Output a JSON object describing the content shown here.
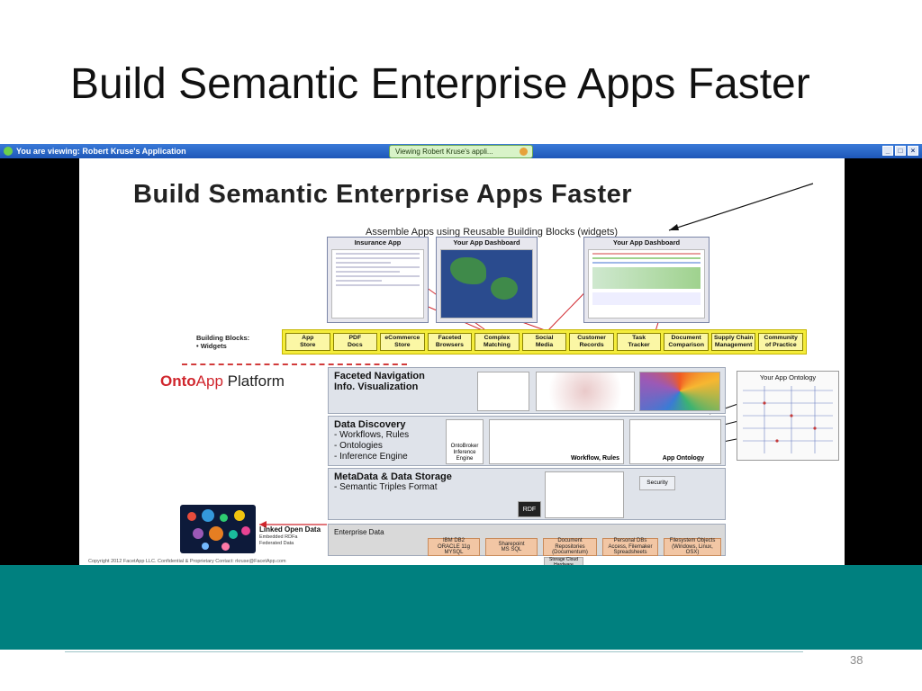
{
  "slide": {
    "title": "Build Semantic Enterprise Apps Faster",
    "page_number": "38"
  },
  "viewer": {
    "title_bar": "You are viewing: Robert Kruse's Application",
    "pill_label": "Viewing Robert Kruse's appli...",
    "window_buttons": [
      "_",
      "□",
      "×"
    ]
  },
  "diagram": {
    "title": "Build Semantic Enterprise Apps Faster",
    "subtitle": "Assemble Apps using Reusable Building Blocks (widgets)",
    "dashboards": [
      {
        "label": "Insurance App"
      },
      {
        "label": "Your App Dashboard"
      },
      {
        "label": "Your App Dashboard"
      }
    ],
    "building_blocks_label": "Building Blocks:",
    "building_blocks_sub": "• Widgets",
    "blocks": [
      {
        "line1": "App",
        "line2": "Store"
      },
      {
        "line1": "PDF",
        "line2": "Docs"
      },
      {
        "line1": "eCommerce",
        "line2": "Store"
      },
      {
        "line1": "Faceted",
        "line2": "Browsers"
      },
      {
        "line1": "Complex",
        "line2": "Matching"
      },
      {
        "line1": "Social",
        "line2": "Media"
      },
      {
        "line1": "Customer",
        "line2": "Records"
      },
      {
        "line1": "Task",
        "line2": "Tracker"
      },
      {
        "line1": "Document",
        "line2": "Comparison"
      },
      {
        "line1": "Supply Chain",
        "line2": "Management"
      },
      {
        "line1": "Community",
        "line2": "of Practice"
      }
    ],
    "platform": {
      "onto": "Onto",
      "app": "App",
      "platform": "Platform"
    },
    "layers": {
      "faceted": {
        "line1": "Faceted Navigation",
        "line2": "Info. Visualization"
      },
      "discovery": {
        "title": "Data Discovery",
        "items": [
          "- Workflows, Rules",
          "- Ontologies",
          "- Inference Engine"
        ],
        "ontobroker": "OntoBroker Inference Engine",
        "workflow_label": "Workflow, Rules",
        "ontology_label": "App Ontology"
      },
      "metadata": {
        "title": "MetaData & Data Storage",
        "item": "- Semantic Triples Format",
        "security": "Security",
        "rdf": "RDF"
      },
      "enterprise": {
        "title": "Enterprise Data",
        "sources": [
          {
            "line1": "IBM DB2",
            "line2": "ORACLE 11g",
            "line3": "MYSQL"
          },
          {
            "line1": "Sharepoint",
            "line2": "MS SQL",
            "line3": ""
          },
          {
            "line1": "Document",
            "line2": "Repositories",
            "line3": "(Documentum)"
          },
          {
            "line1": "Personal DBs",
            "line2": "Access, Filemaker",
            "line3": "Spreadsheets"
          },
          {
            "line1": "Filesystem Objects",
            "line2": "(Windows, Linux, OSX)",
            "line3": ""
          }
        ],
        "storage_cloud": "Storage Cloud Hardware"
      }
    },
    "your_app_ontology": "Your App Ontology",
    "linked_open_data": "Linked Open Data",
    "linked_open_data_sub": [
      "Embedded RDFa",
      "Federated Data"
    ],
    "copyright": "Copyright 2012  FacetApp LLC.  Confidential & Proprietary  Contact: rkruse@FacetApp.com"
  },
  "colors": {
    "teal_band": "#00807f",
    "block_yellow": "#f4ec3b",
    "onto_red": "#d0262d",
    "enterprise_orange": "#f2c6a4"
  }
}
